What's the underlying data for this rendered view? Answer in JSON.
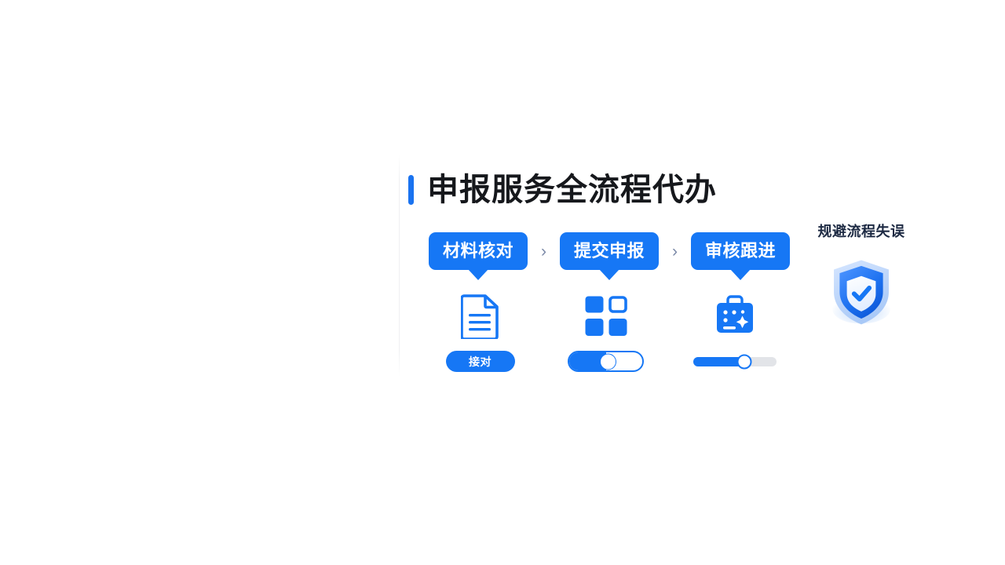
{
  "page": {
    "background_color": "#ffffff",
    "accent_color": "#1677f5",
    "title_color": "#16181c"
  },
  "header": {
    "title": "申报服务全流程代办",
    "accent_bar": "title-accent-bar"
  },
  "steps": {
    "separator": "›",
    "items": [
      {
        "label": "材料核对",
        "icon": "document-icon"
      },
      {
        "label": "提交申报",
        "icon": "grid-squares-icon"
      },
      {
        "label": "审核跟进",
        "icon": "toolbox-icon"
      }
    ]
  },
  "controls": {
    "button": {
      "label": "接对",
      "state": "enabled"
    },
    "toggle": {
      "state": "on",
      "fill_percent": 50
    },
    "slider": {
      "value_percent": 62,
      "track_color": "#e2e4e8",
      "fill_color": "#1677f5"
    }
  },
  "feature": {
    "label": "规避流程失误",
    "icon": "shield-check-icon",
    "icon_colors": {
      "outer": "#b9d4fb",
      "body_top": "#3d8bfd",
      "body_bottom": "#0b5fe0",
      "inner": "#f2f7ff",
      "check": "#1677f5"
    }
  }
}
